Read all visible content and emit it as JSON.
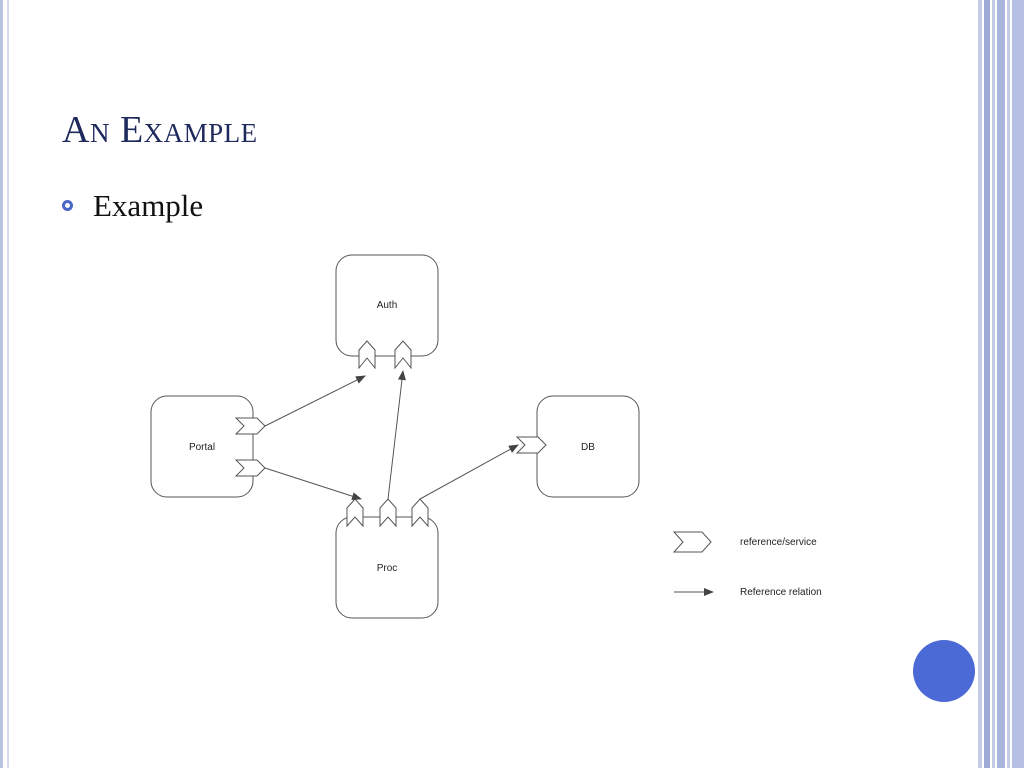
{
  "slide": {
    "title": "An Example",
    "bullets": [
      "Example"
    ]
  },
  "diagram": {
    "components": [
      {
        "id": "auth",
        "label": "Auth"
      },
      {
        "id": "portal",
        "label": "Portal"
      },
      {
        "id": "db",
        "label": "DB"
      },
      {
        "id": "proc",
        "label": "Proc"
      }
    ],
    "legend": [
      {
        "icon": "reference-service-icon",
        "label": "reference/service"
      },
      {
        "icon": "reference-arrow-icon",
        "label": "Reference relation"
      }
    ]
  },
  "colors": {
    "title": "#1f2a5c",
    "bullet": "#4a66c6",
    "accent_circle": "#4c6ad6",
    "frame_band": "#b9c3e2"
  }
}
